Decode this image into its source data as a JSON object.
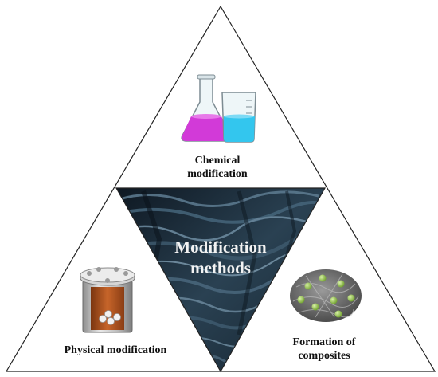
{
  "center": {
    "line1": "Modification",
    "line2": "methods"
  },
  "top": {
    "line1": "Chemical",
    "line2": "modification"
  },
  "bottom_left": {
    "line1": "Physical modification"
  },
  "bottom_right": {
    "line1": "Formation of",
    "line2": "composites"
  },
  "colors": {
    "outline": "#222222",
    "center_fill": "#1f3140",
    "flask_liquid": "#d23ad8",
    "beaker_liquid": "#33c6ee",
    "reactor_core": "#b4571f",
    "composite_base": "#6f6f6f",
    "composite_particles": "#8fc33f"
  },
  "icons": {
    "top": "lab-glassware-icon",
    "bottom_left": "autoclave-reactor-icon",
    "bottom_right": "composite-material-icon",
    "center": "sem-micrograph-texture"
  }
}
